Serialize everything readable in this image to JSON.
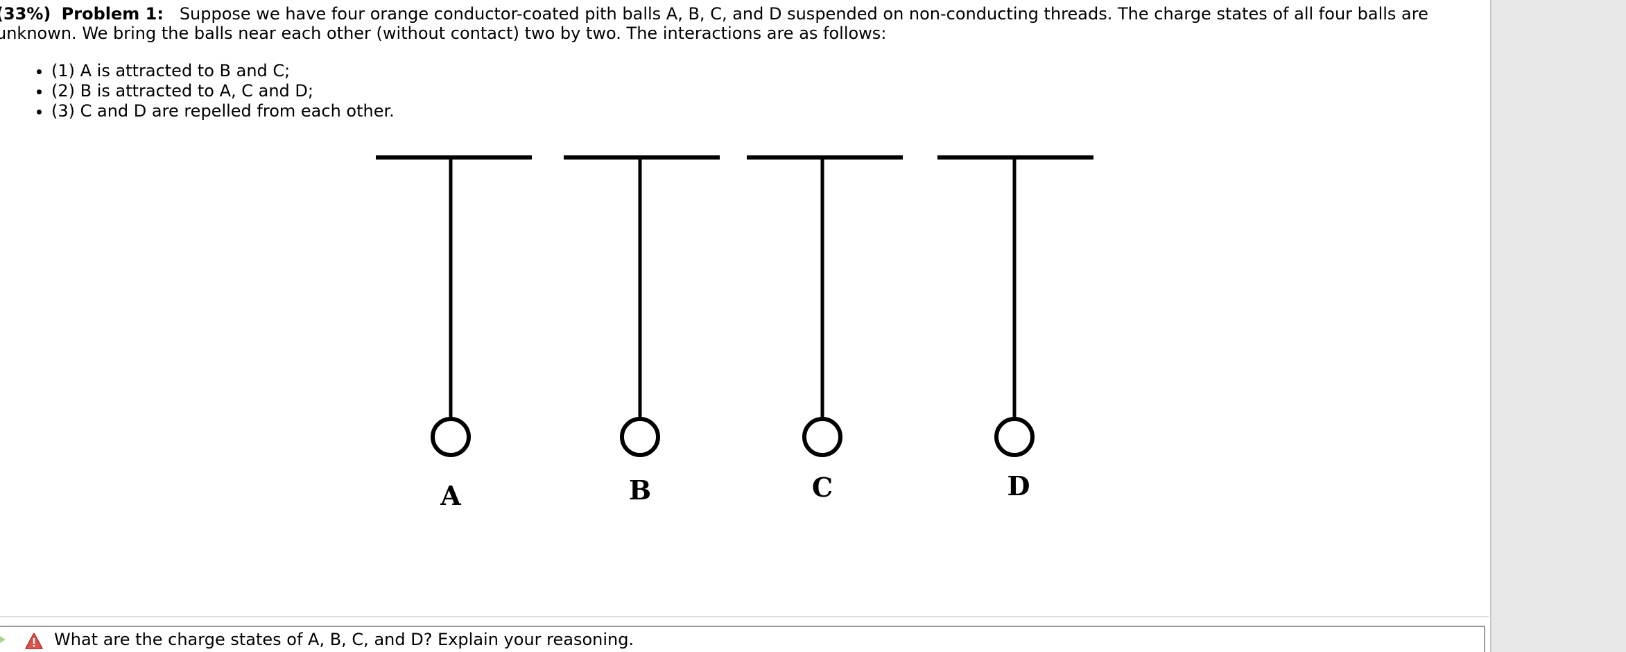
{
  "problem": {
    "weight": "(33%)",
    "title": "Problem 1:",
    "statement": "Suppose we have four orange conductor-coated pith balls A, B, C, and D suspended on non-conducting threads. The charge states of all four balls are unknown. We bring the balls near each other (without contact) two by two. The interactions are as follows:",
    "conditions": [
      "(1) A is attracted to B and C;",
      "(2) B is attracted to A, C and D;",
      "(3) C and D are repelled from each other."
    ]
  },
  "figure": {
    "balls": [
      "A",
      "B",
      "C",
      "D"
    ]
  },
  "question": {
    "text": "What are the charge states of A, B, C, and D? Explain your reasoning.",
    "arrow_icon_color": "#a9d38b",
    "warning_icon_color": "#d9534f"
  }
}
